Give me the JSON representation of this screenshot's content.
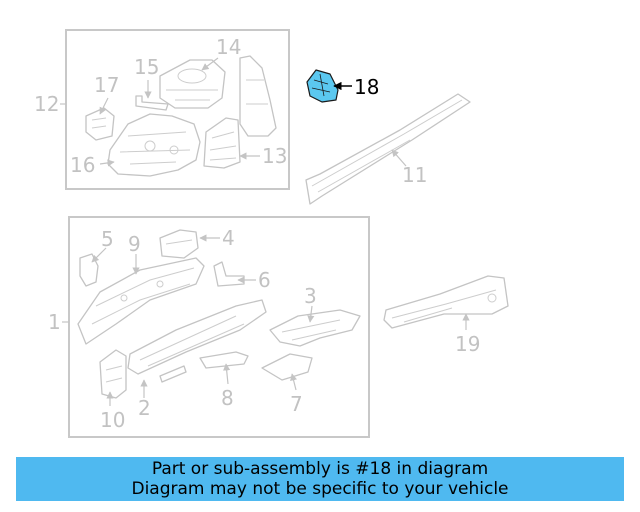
{
  "callouts": {
    "c1": "1",
    "c2": "2",
    "c3": "3",
    "c4": "4",
    "c5": "5",
    "c6": "6",
    "c7": "7",
    "c8": "8",
    "c9": "9",
    "c10": "10",
    "c11": "11",
    "c12": "12",
    "c13": "13",
    "c14": "14",
    "c15": "15",
    "c16": "16",
    "c17": "17",
    "c18": "18",
    "c19": "19"
  },
  "highlighted_part": "18",
  "highlight_color": "#5bc8f0",
  "banner": {
    "line1": "Part or sub-assembly is #18 in diagram",
    "line2": "Diagram may not be specific to your vehicle",
    "background": "#4fb9f0"
  }
}
